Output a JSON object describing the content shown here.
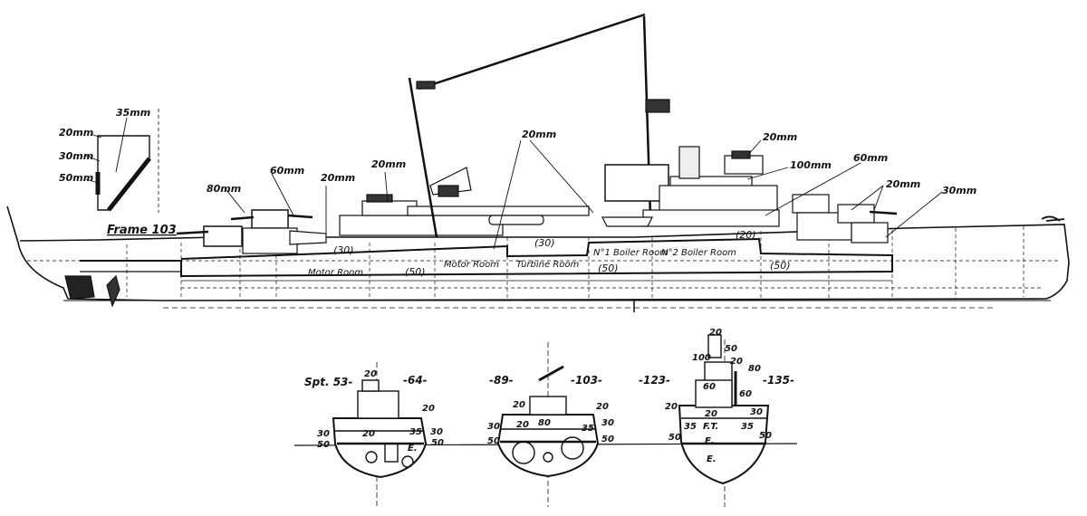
{
  "profile": {
    "armor_labels": {
      "t20_upper": "20mm",
      "t35": "35mm",
      "t30": "30mm",
      "t50": "50mm",
      "t80": "80mm",
      "t60_turret": "60mm",
      "t20_bridge_left": "20mm",
      "t20_mid": "20mm",
      "t20_mast": "20mm",
      "t20_aft_turret": "20mm",
      "t100": "100mm",
      "t60_aft": "60mm",
      "t20_aft": "20mm",
      "t30_stern": "30mm"
    },
    "frame_label": "Frame 103",
    "deck_values": {
      "d30_left": "(30)",
      "d50_motor": "(50)",
      "d30_center": "(30)",
      "d50_boiler": "(50)",
      "d20_aft": "(20)",
      "d50_aft": "(50)"
    },
    "rooms": {
      "motor_room_1": "Motor Room",
      "motor_room_2": "Motor Room",
      "turbine_room": "Turbine Room",
      "boiler_1": "N°1 Boiler Room",
      "boiler_2": "N°2 Boiler Room"
    }
  },
  "sections": {
    "s1": {
      "title": "Spt. 53-",
      "title2": "-64-",
      "v20a": "20",
      "v20b": "20",
      "v20c": "20",
      "v35": "35",
      "v30a": "30",
      "v30b": "30",
      "v50a": "50",
      "v50b": "50",
      "vE": "E."
    },
    "s2": {
      "title": "-89-",
      "title2": "-103-",
      "v20a": "20",
      "v20b": "20",
      "v20c": "20",
      "v80": "80",
      "v35": "35",
      "v30a": "30",
      "v30b": "30",
      "v50a": "50",
      "v50b": "50"
    },
    "s3": {
      "title": "-123-",
      "title2": "-135-",
      "v20a": "20",
      "v50a": "50",
      "v100": "100",
      "v20b": "20",
      "v80": "80",
      "v60a": "60",
      "v60b": "60",
      "v20c": "20",
      "v20d": "20",
      "v30": "30",
      "v35a": "35",
      "vFT": "F.T.",
      "v35b": "35",
      "v50b": "50",
      "v50c": "50",
      "vE1": "E.",
      "vE2": "E."
    }
  }
}
